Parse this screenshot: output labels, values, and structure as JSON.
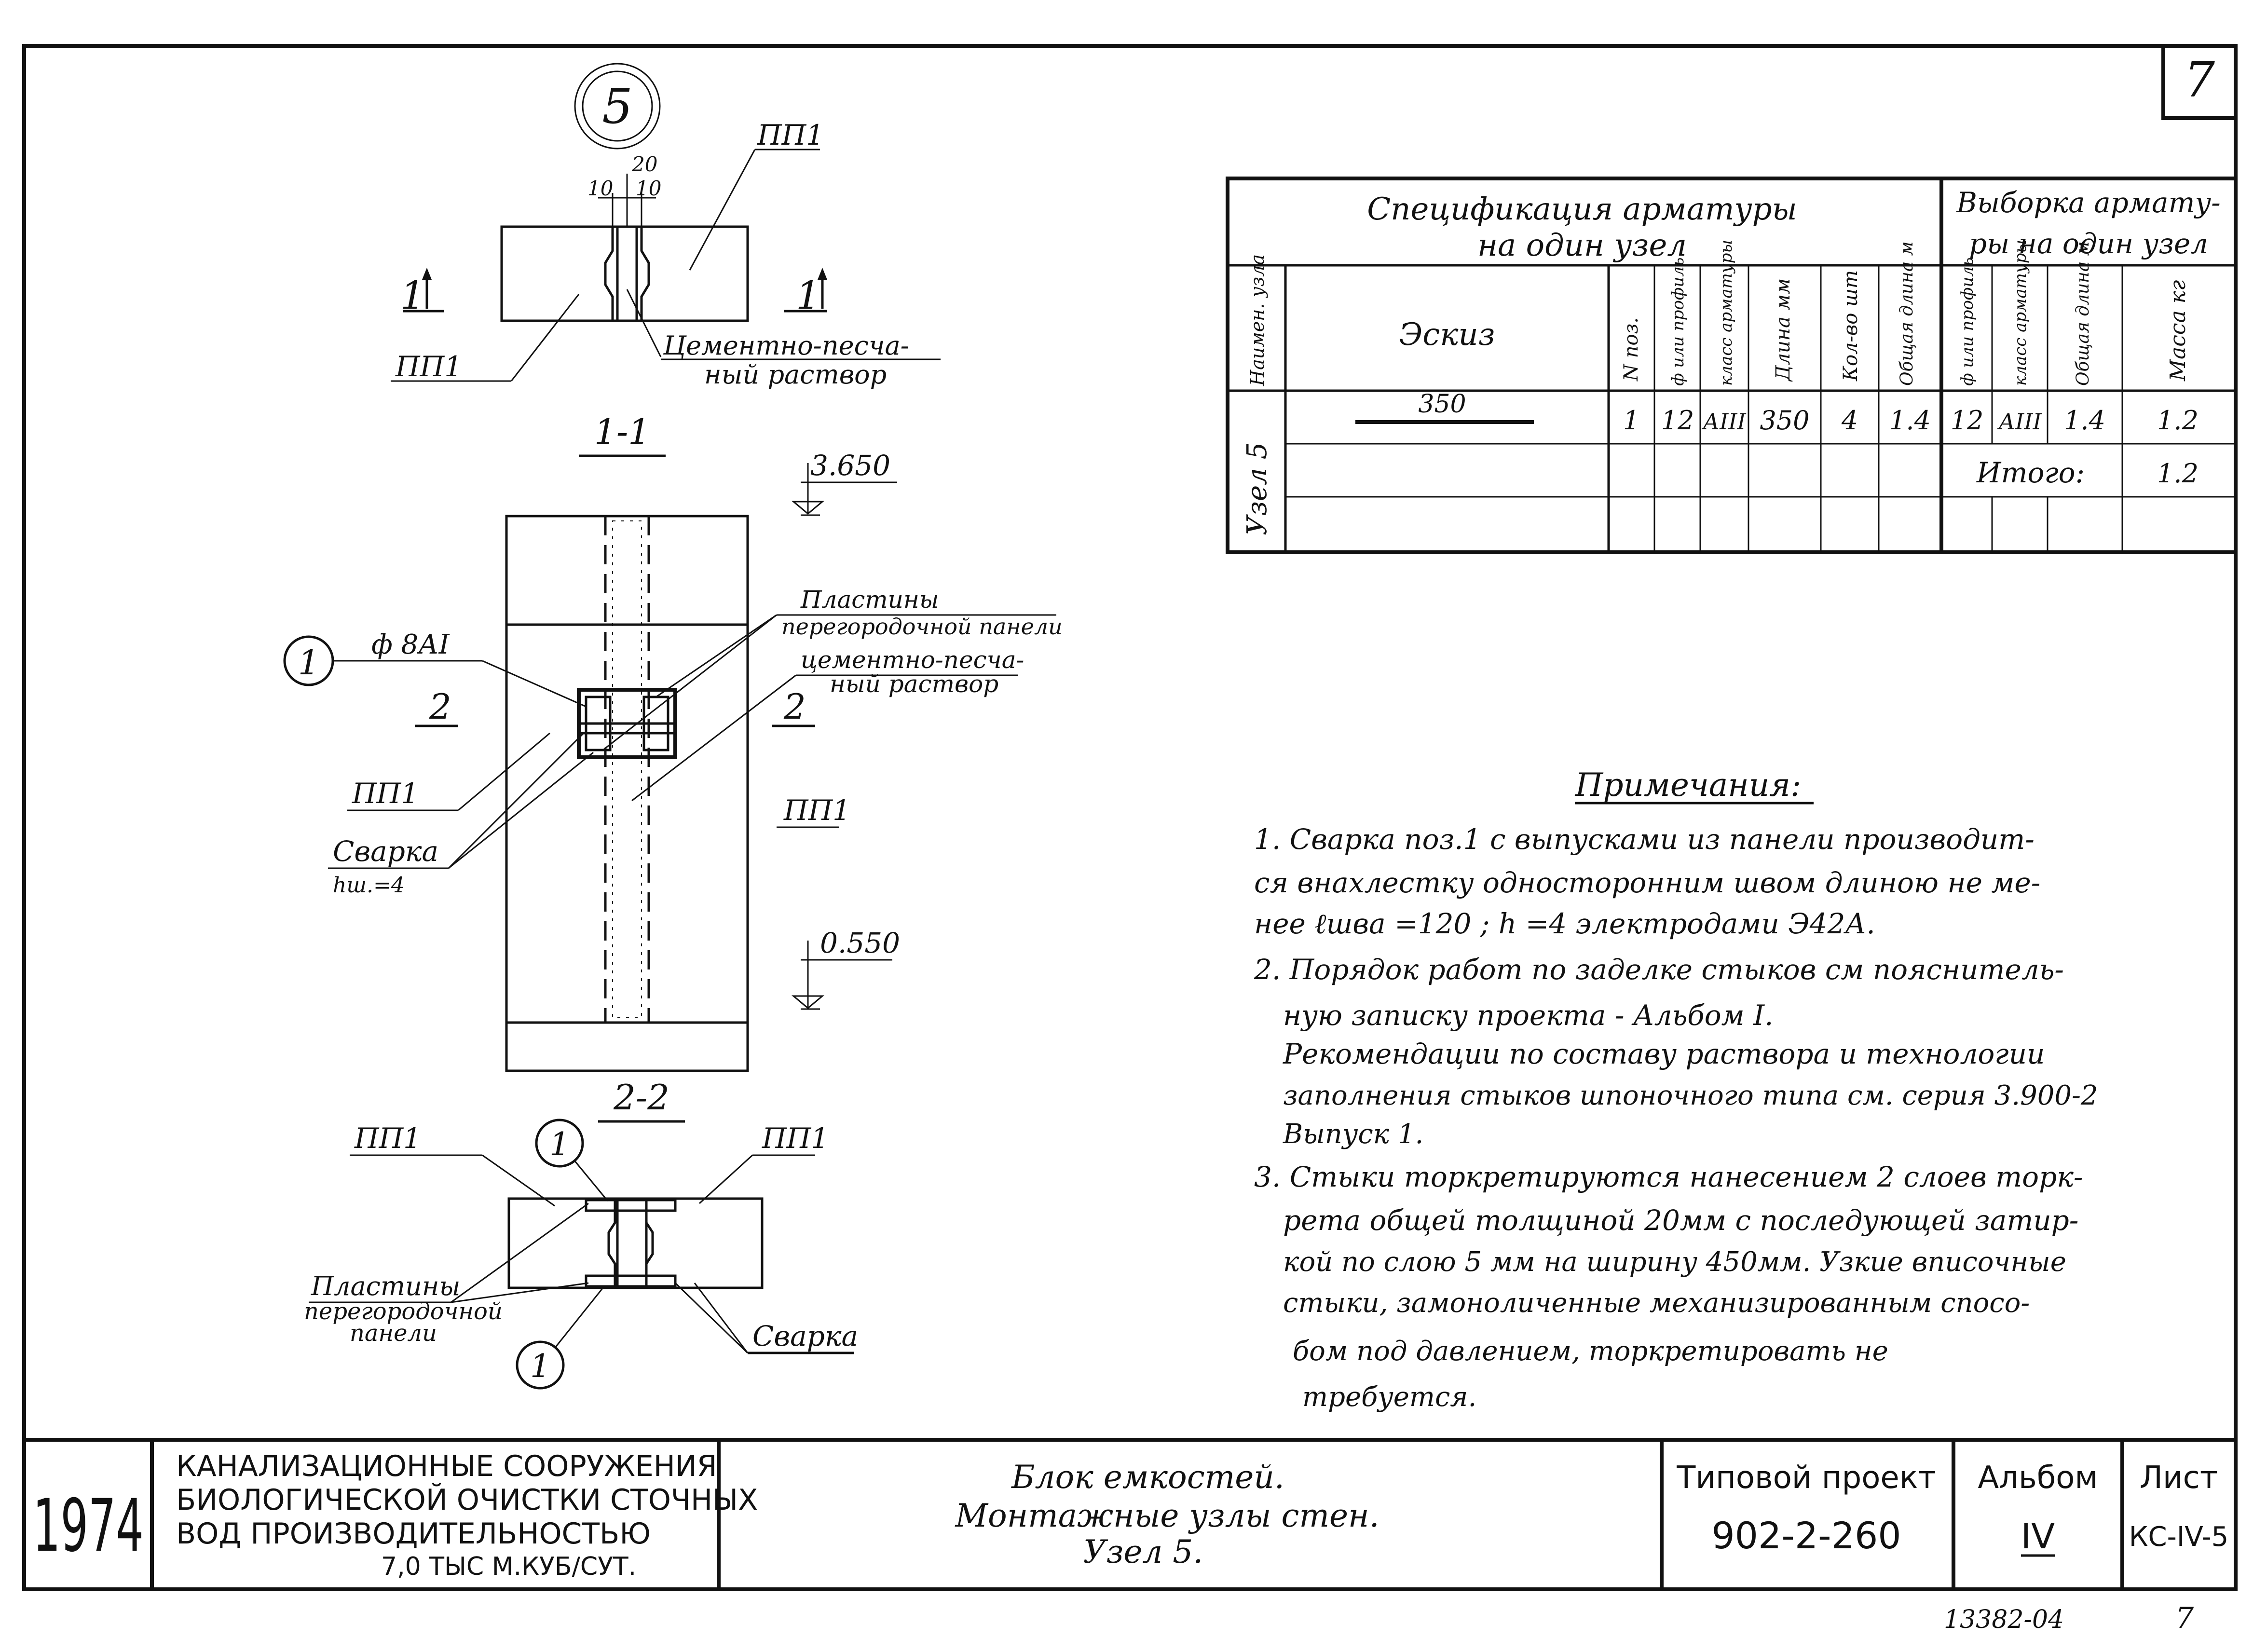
{
  "sheet_corner_number": "7",
  "drawing": {
    "node_circle_label": "5",
    "plan_top": {
      "dim_top": "20",
      "dim_left": "10",
      "dim_right": "10",
      "label_pp1_top": "ПП1",
      "label_pp1_left": "ПП1",
      "section_left": "1",
      "section_right": "1",
      "mortar_line1": "Цементно-песча-",
      "mortar_line2": "ный раствор"
    },
    "section_1_1": {
      "title": "1-1",
      "elev_top": "3.650",
      "elev_bottom": "0.550",
      "callout_num": "1",
      "rebar": "ф 8АI",
      "plates_line1": "Пластины",
      "plates_line2": "перегородочной панели",
      "mortar_line1": "цементно-песча-",
      "mortar_line2": "ный раствор",
      "left_num": "2",
      "right_num": "2",
      "pp1_left": "ПП1",
      "pp1_right": "ПП1",
      "weld_line1": "Сварка",
      "weld_line2": "hш.=4"
    },
    "section_2_2": {
      "title": "2-2",
      "pp1_left": "ПП1",
      "pp1_right": "ПП1",
      "callout_top": "1",
      "callout_bottom": "1",
      "plates_line1": "Пластины",
      "plates_line2": "перегородочной",
      "plates_line3": "панели",
      "weld": "Сварка"
    }
  },
  "spec_table": {
    "title_left_line1": "Спецификация арматуры",
    "title_left_line2": "на один узел",
    "title_right_line1": "Выборка армату-",
    "title_right_line2": "ры на один узел",
    "headers": {
      "node_name": "Наимен. узла",
      "sketch": "Эскиз",
      "pos": "N поз.",
      "diam": "ф или профиль",
      "class": "класс арматуры",
      "length": "Длина мм",
      "qty": "Кол-во шт",
      "total_len": "Общая длина м",
      "sel_diam": "ф или профиль",
      "sel_class": "класс арматуры",
      "sel_total_len": "Общая длина м",
      "mass": "Масса кг"
    },
    "node_value": "Узел 5",
    "row": {
      "sketch_dim": "350",
      "pos": "1",
      "diam": "12",
      "class": "АIII",
      "length": "350",
      "qty": "4",
      "total_len": "1.4",
      "sel_diam": "12",
      "sel_class": "АIII",
      "sel_total_len": "1.4",
      "mass": "1.2"
    },
    "total_label": "Итого:",
    "total_value": "1.2"
  },
  "notes": {
    "title": "Примечания:",
    "lines": [
      "1.  Сварка  поз.1  с выпусками  из панели производит-",
      "ся внахлестку   односторонним швом длиною не ме-",
      "нее  ℓшва =120 ;  h =4   электродами Э42А.",
      "2.  Порядок работ по заделке стыков см пояснитель-",
      "ную записку  проекта  - Альбом  I.",
      "Рекомендации по составу раствора и технологии",
      "заполнения  стыков шпоночного типа  см. серия 3.900-2",
      "Выпуск 1.",
      "3.  Стыки  торкретируются  нанесением  2 слоев торк-",
      "рета общей толщиной 20мм с последующей затир-",
      "кой  по слою  5 мм на ширину 450мм. Узкие вписочные",
      "стыки, замоноличенные механизированным спосо-",
      "бом  под давлением, торкретировать  не",
      "требуется."
    ]
  },
  "title_block": {
    "year": "1974",
    "org_line1": "КАНАЛИЗАЦИОННЫЕ   СООРУЖЕНИЯ",
    "org_line2": "БИОЛОГИЧЕСКОЙ ОЧИСТКИ СТОЧНЫХ",
    "org_line3": "ВОД      ПРОИЗВОДИТЕЛЬНОСТЬЮ",
    "org_line4": "7,0 ТЫС М.КУБ/СУТ.",
    "name_line1": "Блок емкостей.",
    "name_line2": "Монтажные узлы стен.",
    "name_line3": "Узел 5.",
    "project_label": "Типовой проект",
    "project_value": "902-2-260",
    "album_label": "Альбом",
    "album_value": "IV",
    "sheet_label": "Лист",
    "sheet_value": "КС-IV-5"
  },
  "footer": {
    "code": "13382-04",
    "page": "7"
  }
}
